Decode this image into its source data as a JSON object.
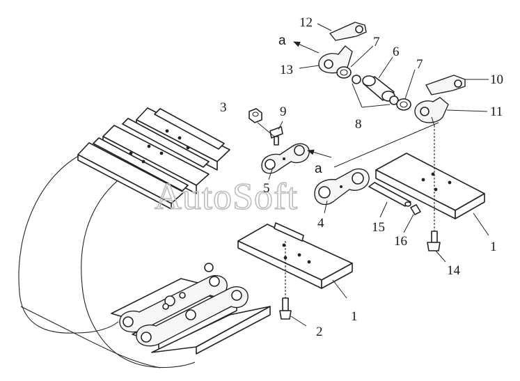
{
  "diagram": {
    "watermark": "AutoSoft",
    "view_marker": "a",
    "callouts": [
      {
        "id": "c1",
        "text": "1"
      },
      {
        "id": "c1b",
        "text": "1"
      },
      {
        "id": "c2",
        "text": "2"
      },
      {
        "id": "c3",
        "text": "3"
      },
      {
        "id": "c4",
        "text": "4"
      },
      {
        "id": "c5",
        "text": "5"
      },
      {
        "id": "c6",
        "text": "6"
      },
      {
        "id": "c7a",
        "text": "7"
      },
      {
        "id": "c7b",
        "text": "7"
      },
      {
        "id": "c8",
        "text": "8"
      },
      {
        "id": "c9",
        "text": "9"
      },
      {
        "id": "c10",
        "text": "10"
      },
      {
        "id": "c11",
        "text": "11"
      },
      {
        "id": "c12",
        "text": "12"
      },
      {
        "id": "c13",
        "text": "13"
      },
      {
        "id": "c14",
        "text": "14"
      },
      {
        "id": "c15",
        "text": "15"
      },
      {
        "id": "c16",
        "text": "16"
      }
    ]
  }
}
